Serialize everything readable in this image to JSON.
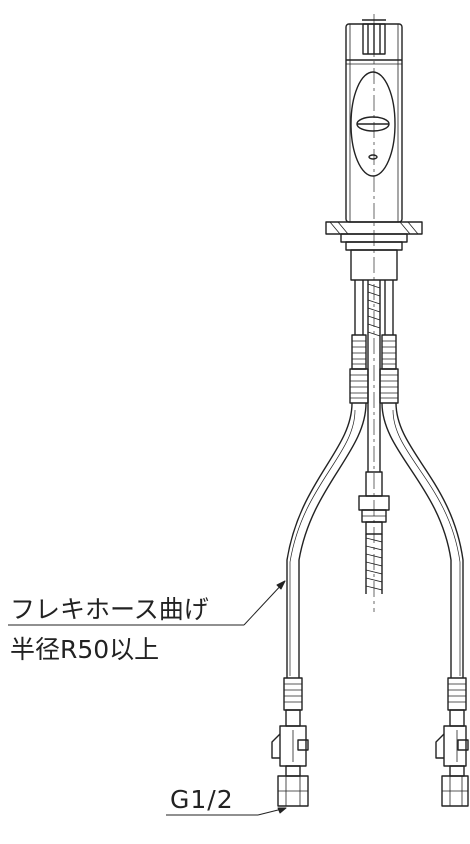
{
  "labels": {
    "hose_bend_line1": "フレキホース曲げ",
    "hose_bend_line2": "半径R50以上",
    "thread_spec": "G1/2"
  },
  "colors": {
    "line": "#222222",
    "background": "#ffffff"
  }
}
